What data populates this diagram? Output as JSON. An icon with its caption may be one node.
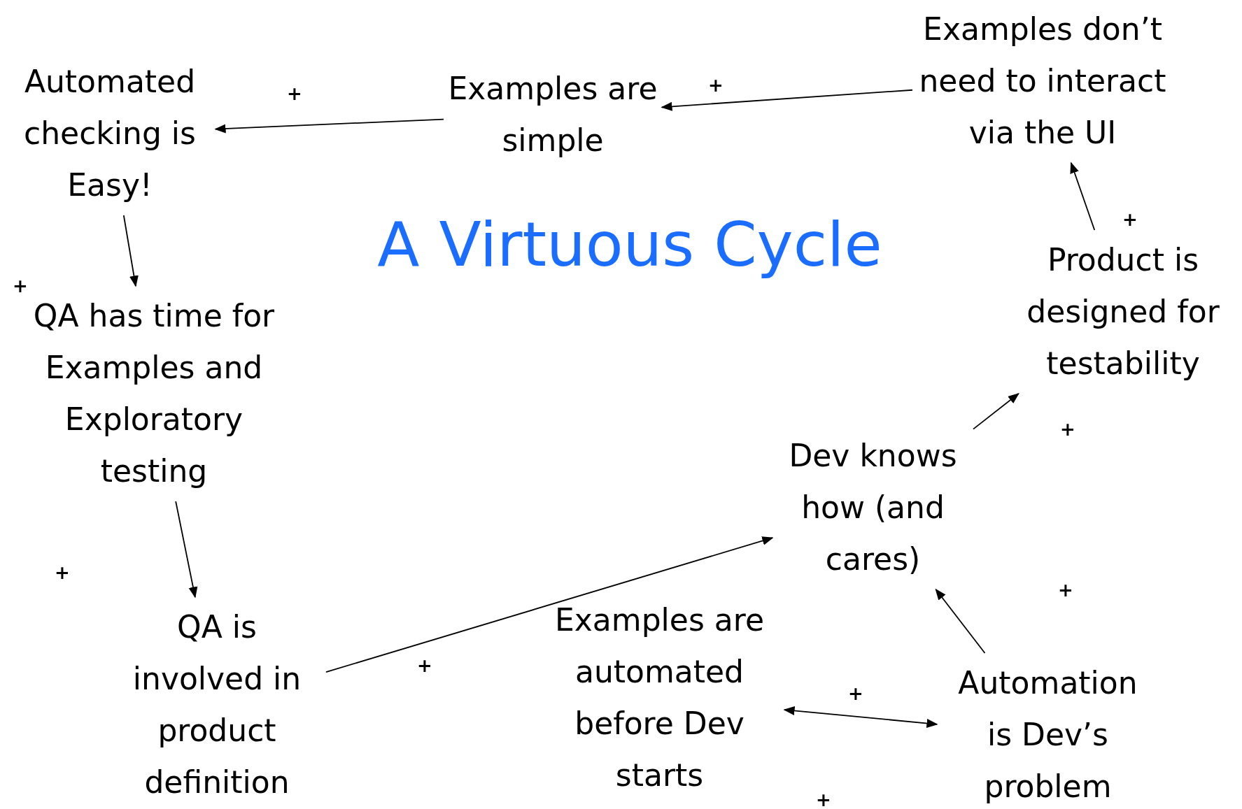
{
  "diagram": {
    "title": "A Virtuous Cycle",
    "nodes": [
      {
        "text": [
          "Automated checking is Easy!"
        ]
      },
      {
        "text": [
          "Examples are simple"
        ]
      },
      {
        "text": [
          "Examples don’t need to interact via the UI"
        ]
      },
      {
        "text": [
          "Product is designed for testability"
        ]
      },
      {
        "text": [
          "Dev knows how (and cares)"
        ]
      },
      {
        "text": [
          "Automation is Dev’s problem"
        ]
      },
      {
        "text": [
          "Examples are automated before Dev starts"
        ]
      },
      {
        "text": [
          "QA is involved in product definition"
        ]
      },
      {
        "text": [
          "QA has time for Examples and Exploratory testing"
        ]
      }
    ],
    "edges": [
      {
        "from": 1,
        "to": 0,
        "arrow": "to"
      },
      {
        "from": 2,
        "to": 1,
        "arrow": "to"
      },
      {
        "from": 3,
        "to": 2,
        "arrow": "to"
      },
      {
        "from": 4,
        "to": 3,
        "arrow": "to"
      },
      {
        "from": 5,
        "to": 4,
        "arrow": "to"
      },
      {
        "from": 6,
        "to": 5,
        "arrow": "both"
      },
      {
        "from": 7,
        "to": 4,
        "arrow": "to"
      },
      {
        "from": 8,
        "to": 7,
        "arrow": "to"
      },
      {
        "from": 0,
        "to": 8,
        "arrow": "to"
      }
    ],
    "labels": [
      "+",
      "+",
      "+",
      "+",
      "+",
      "+",
      "+",
      "+",
      "+",
      "+"
    ]
  }
}
